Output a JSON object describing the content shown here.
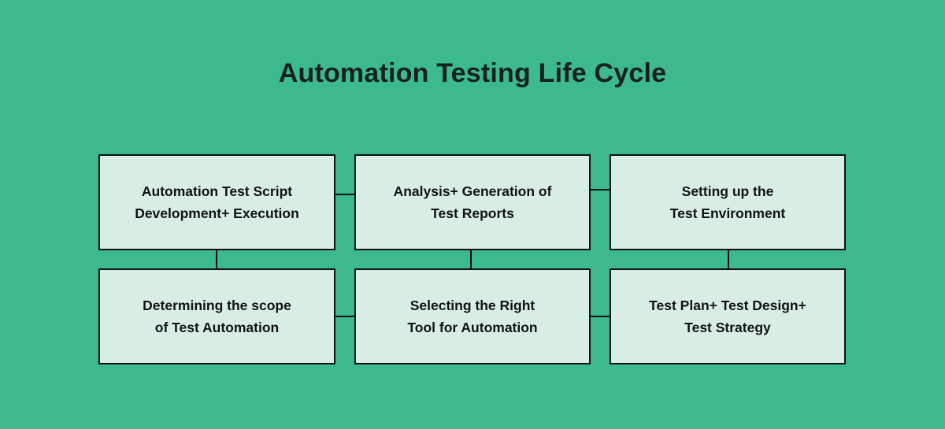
{
  "diagram": {
    "title": "Automation Testing Life Cycle",
    "type": "flowchart-grid",
    "colors": {
      "background": "#3cb98d",
      "node_fill": "#d8eee5",
      "node_border": "#111111",
      "title_text": "#16211d",
      "node_text": "#121212"
    },
    "nodes": [
      {
        "id": "automation-test-script-development-execution",
        "label": "Automation Test Script\nDevelopment+ Execution",
        "row": 1,
        "column": 1
      },
      {
        "id": "analysis-generation-of-test-reports",
        "label": "Analysis+ Generation of\nTest Reports",
        "row": 1,
        "column": 2
      },
      {
        "id": "setting-up-the-test-environment",
        "label": "Setting up the\nTest Environment",
        "row": 1,
        "column": 3
      },
      {
        "id": "determining-the-scope-of-test-automation",
        "label": "Determining the scope\nof Test Automation",
        "row": 2,
        "column": 1
      },
      {
        "id": "selecting-the-right-tool-for-automation",
        "label": "Selecting the Right\nTool for Automation",
        "row": 2,
        "column": 2
      },
      {
        "id": "test-plan-test-design-test-strategy",
        "label": "Test Plan+ Test Design+\nTest Strategy",
        "row": 2,
        "column": 3
      }
    ],
    "connectors": [
      {
        "id": "c1",
        "from": "determining-the-scope-of-test-automation",
        "to": "selecting-the-right-tool-for-automation",
        "orientation": "horizontal"
      },
      {
        "id": "c2",
        "from": "selecting-the-right-tool-for-automation",
        "to": "test-plan-test-design-test-strategy",
        "orientation": "horizontal"
      },
      {
        "id": "c3",
        "from": "test-plan-test-design-test-strategy",
        "to": "setting-up-the-test-environment",
        "orientation": "vertical"
      },
      {
        "id": "c4",
        "from": "setting-up-the-test-environment",
        "to": "analysis-generation-of-test-reports",
        "orientation": "horizontal"
      },
      {
        "id": "c5",
        "from": "analysis-generation-of-test-reports",
        "to": "automation-test-script-development-execution",
        "orientation": "horizontal"
      },
      {
        "id": "c6",
        "from": "automation-test-script-development-execution",
        "to": "determining-the-scope-of-test-automation",
        "orientation": "vertical"
      },
      {
        "id": "c7",
        "from": "analysis-generation-of-test-reports",
        "to": "selecting-the-right-tool-for-automation",
        "orientation": "vertical"
      }
    ]
  }
}
